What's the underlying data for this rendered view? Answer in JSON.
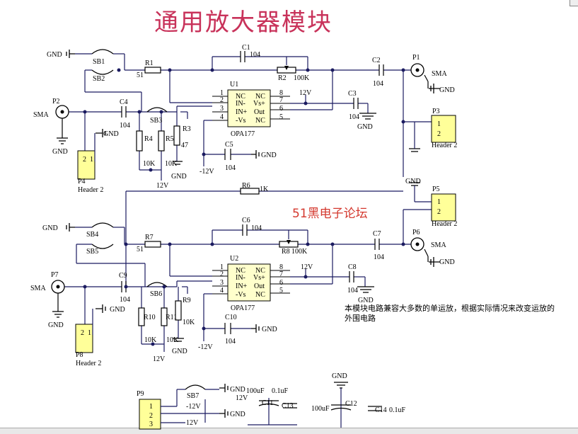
{
  "title": "通用放大器模块",
  "forum": "51黑电子论坛",
  "note": "本模块电路兼容大多数的单运放，根据实际情况来改变运放的外围电路",
  "colors": {
    "wire": "#1b1b60",
    "title": "#c8325a",
    "forum": "#d4382e",
    "header_fill": "#ffff99"
  },
  "labels": {
    "gnd": "GND",
    "v12": "12V",
    "vm12": "-12V",
    "sma": "SMA",
    "v104": "104",
    "v51": "51",
    "v100k": "100K",
    "v1k": "1K",
    "v10k": "10K",
    "v47": "47",
    "v100u": "100uF",
    "v01u": "0.1uF",
    "header2": "Header 2",
    "sb1": "SB1",
    "sb2": "SB2",
    "sb3": "SB3",
    "sb4": "SB4",
    "sb5": "SB5",
    "sb6": "SB6",
    "sb7": "SB7",
    "r1": "R1",
    "r2": "R2",
    "r3": "R3",
    "r4": "R4",
    "r5": "R5",
    "r6": "R6",
    "r7": "R7",
    "r8": "R8",
    "r9": "R9",
    "r10": "R10",
    "r11": "R11",
    "c1": "C1",
    "c2": "C2",
    "c3": "C3",
    "c4": "C4",
    "c5": "C5",
    "c6": "C6",
    "c7": "C7",
    "c8": "C8",
    "c9": "C9",
    "c10": "C10",
    "c11": "C11",
    "c12": "C12",
    "c13": "C13",
    "c14": "C14",
    "p1": "P1",
    "p2": "P2",
    "p3": "P3",
    "p4": "P4",
    "p5": "P5",
    "p6": "P6",
    "p7": "P7",
    "p8": "P8",
    "p9": "P9",
    "u1": "U1",
    "u2": "U2",
    "opa": "OPA177",
    "nc": "NC",
    "inm": "IN-",
    "inp": "IN+",
    "vsm": "-Vs",
    "vsp": "Vs+",
    "out": "Out",
    "n1": "1",
    "n2": "2",
    "n3": "3",
    "n4": "4",
    "n5": "5",
    "n6": "6",
    "n7": "7",
    "n8": "8"
  }
}
